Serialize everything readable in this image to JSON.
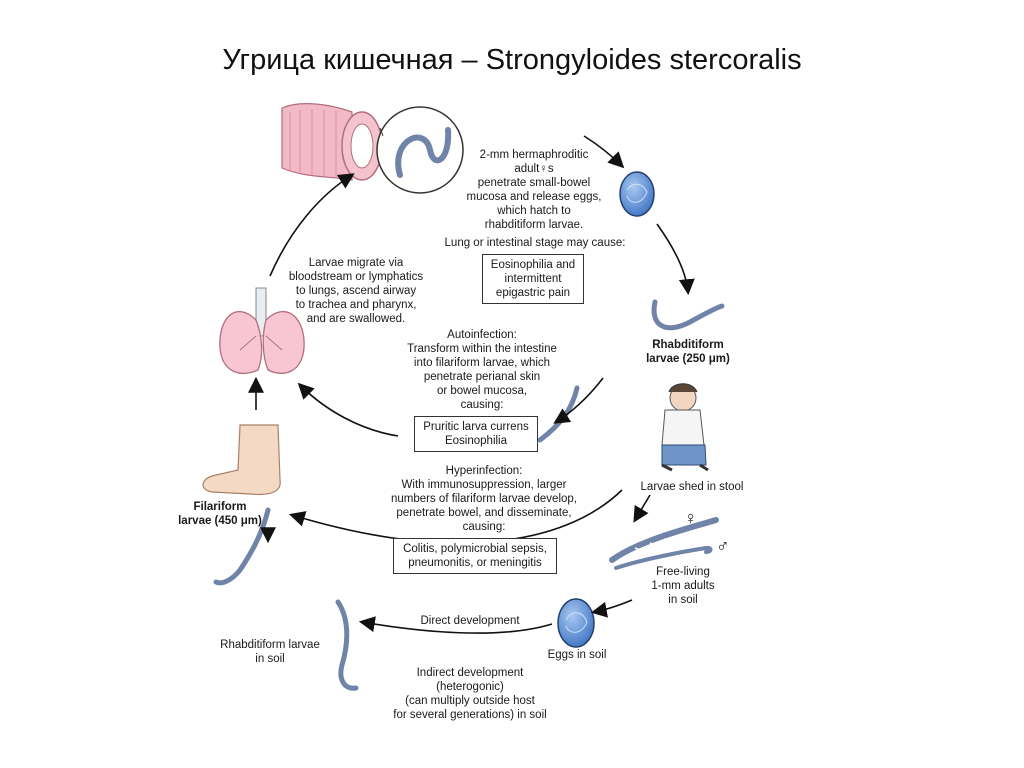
{
  "title": "Угрица кишечная – Strongyloides stercoralis",
  "labels": {
    "adult_stage": [
      "2-mm hermaphroditic",
      "adult♀s",
      "penetrate small-bowel",
      "mucosa and release eggs,",
      "which hatch to",
      "rhabditiform larvae."
    ],
    "lung_intestinal": "Lung or intestinal stage may cause:",
    "eosinophilia_box": [
      "Eosinophilia and",
      "intermittent",
      "epigastric pain"
    ],
    "rhabditiform": [
      "Rhabditiform",
      "larvae (250 μm)"
    ],
    "migrate": [
      "Larvae migrate via",
      "bloodstream or lymphatics",
      "to lungs, ascend airway",
      "to trachea and pharynx,",
      "and are swallowed."
    ],
    "autoinfection_title": "Autoinfection:",
    "autoinfection": [
      "Transform within the intestine",
      "into filariform larvae, which",
      "penetrate perianal skin",
      "or bowel mucosa,",
      "causing:"
    ],
    "pruritic_box": [
      "Pruritic larva currens",
      "Eosinophilia"
    ],
    "hyperinfection_title": "Hyperinfection:",
    "hyperinfection": [
      "With immunosuppression, larger",
      "numbers of filariform larvae develop,",
      "penetrate bowel, and disseminate,",
      "causing:"
    ],
    "colitis_box": [
      "Colitis, polymicrobial sepsis,",
      "pneumonitis, or meningitis"
    ],
    "shed": "Larvae shed in stool",
    "filariform": [
      "Filariform",
      "larvae (450 μm)"
    ],
    "free_living": [
      "Free-living",
      "1-mm adults",
      "in soil"
    ],
    "direct": "Direct development",
    "eggs_soil": "Eggs in soil",
    "rhab_soil": [
      "Rhabditiform larvae",
      "in soil"
    ],
    "indirect": [
      "Indirect development",
      "(heterogonic)",
      "(can multiply outside host",
      "for several generations) in soil"
    ],
    "female_symbol": "♀",
    "male_symbol": "♂"
  },
  "colors": {
    "intestine": "#f2b9c6",
    "lungs": "#f7c6d2",
    "egg": "#5b8fd6",
    "worm": "#7a8fb0",
    "arrow": "#111111"
  }
}
